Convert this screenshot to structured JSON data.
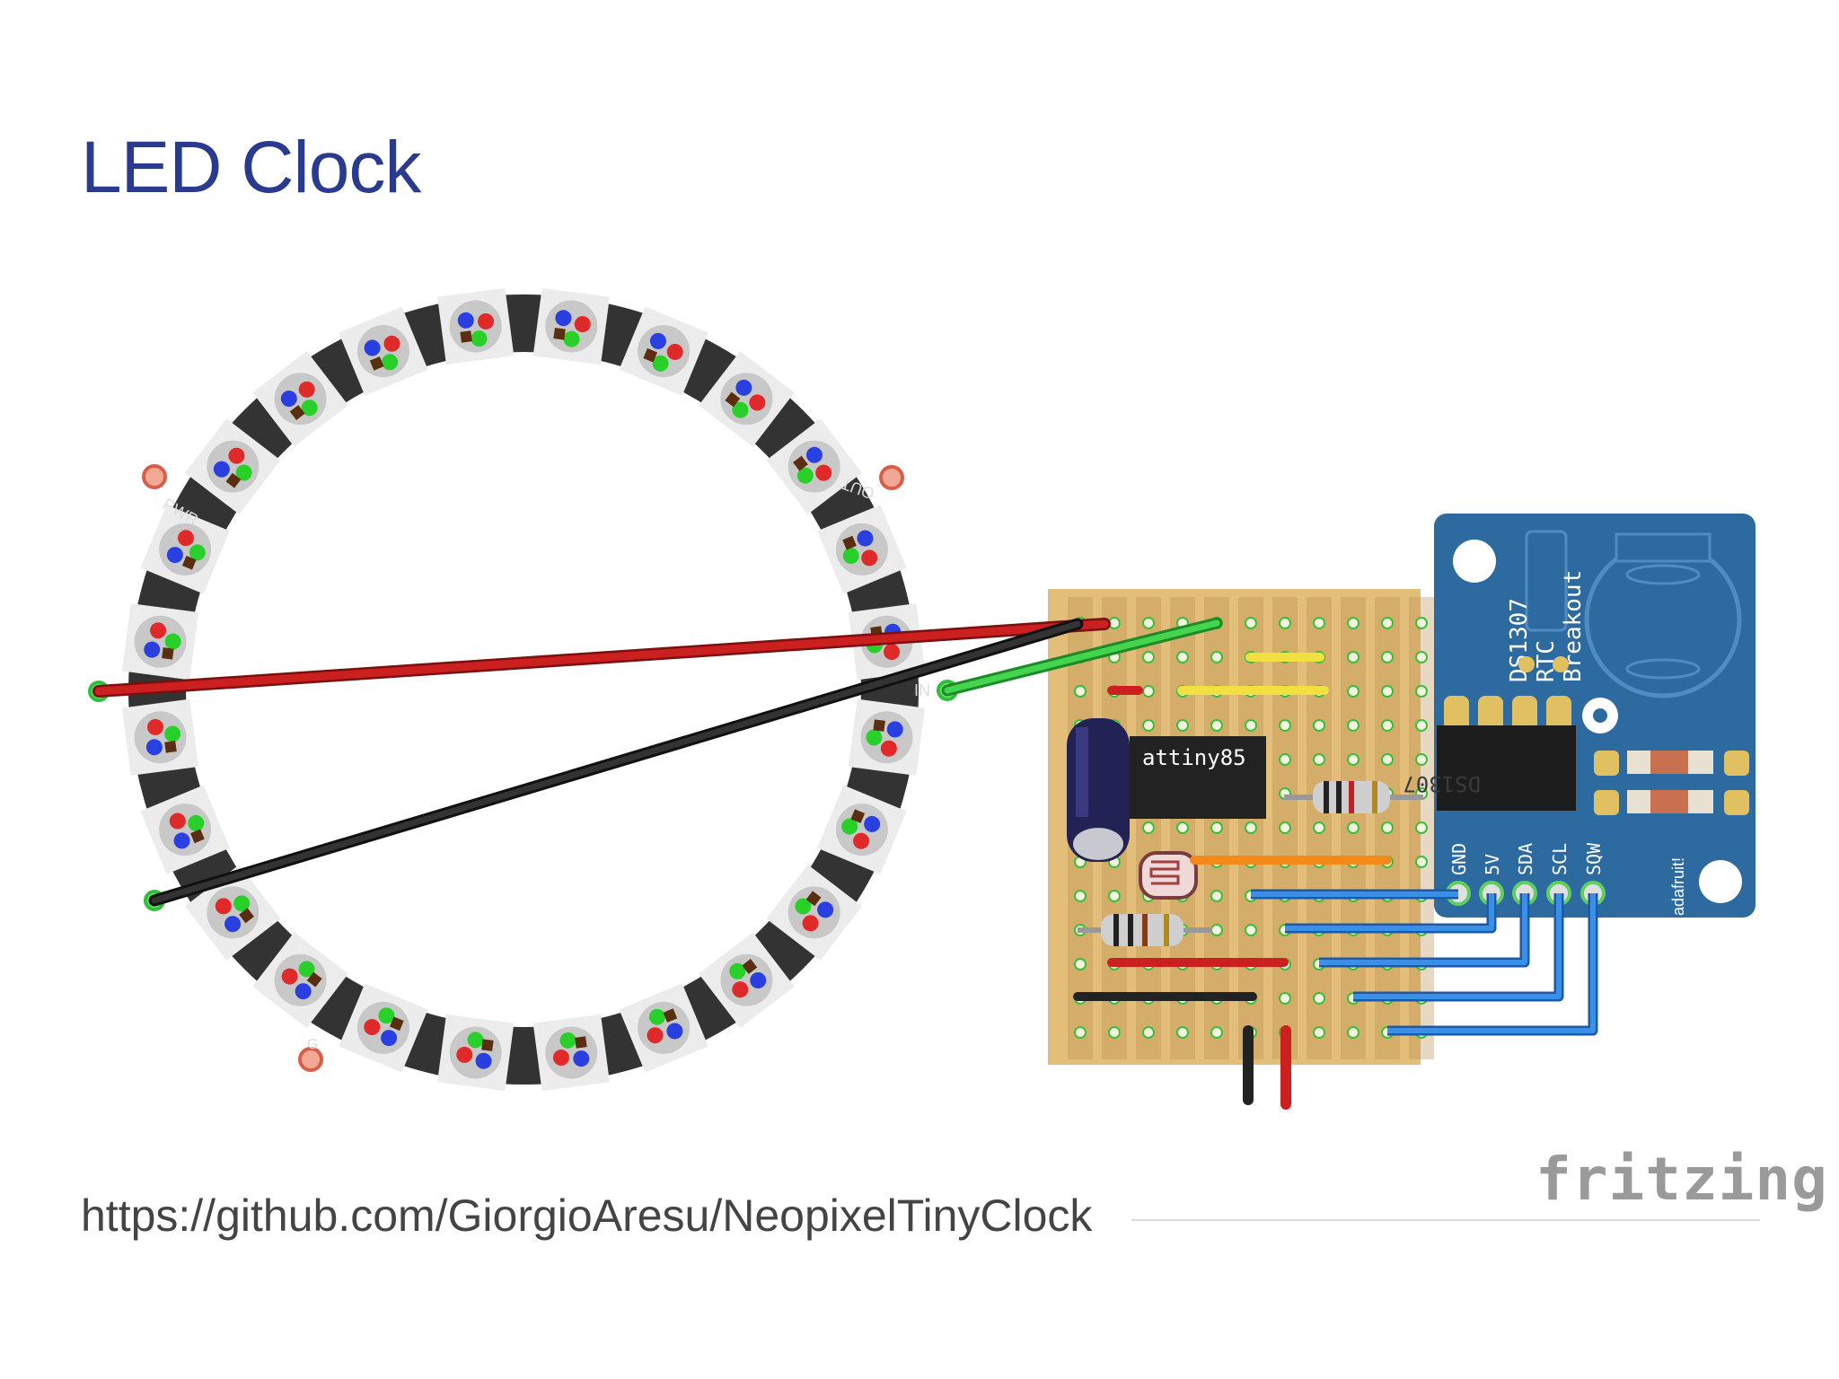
{
  "title": "LED Clock",
  "url": "https://github.com/GiorgioAresu/NeopixelTinyClock",
  "logo_text": "fritzing",
  "ring": {
    "pixel_count": 24,
    "pad_labels": {
      "pwr": "PWR",
      "out": "OUT",
      "in": "IN",
      "gnd": "G"
    }
  },
  "chip_label": "attiny85",
  "rtc": {
    "title_lines": [
      "DS1307",
      "RTC",
      "Breakout"
    ],
    "chip_marking": "DS1307",
    "pins": [
      "GND",
      "5V",
      "SDA",
      "SCL",
      "SQW"
    ],
    "brand": "adafruit!"
  },
  "colors": {
    "title": "#2a3b8f",
    "ring": "#333333",
    "board": "#e3bd7a",
    "rtc_board": "#2d6aa0",
    "wire_red": "#cc1f1f",
    "wire_black": "#222222",
    "wire_green": "#2fbf3a",
    "wire_yellow": "#f0e040",
    "wire_orange": "#f08a1c",
    "wire_blue": "#2c7fd6"
  }
}
